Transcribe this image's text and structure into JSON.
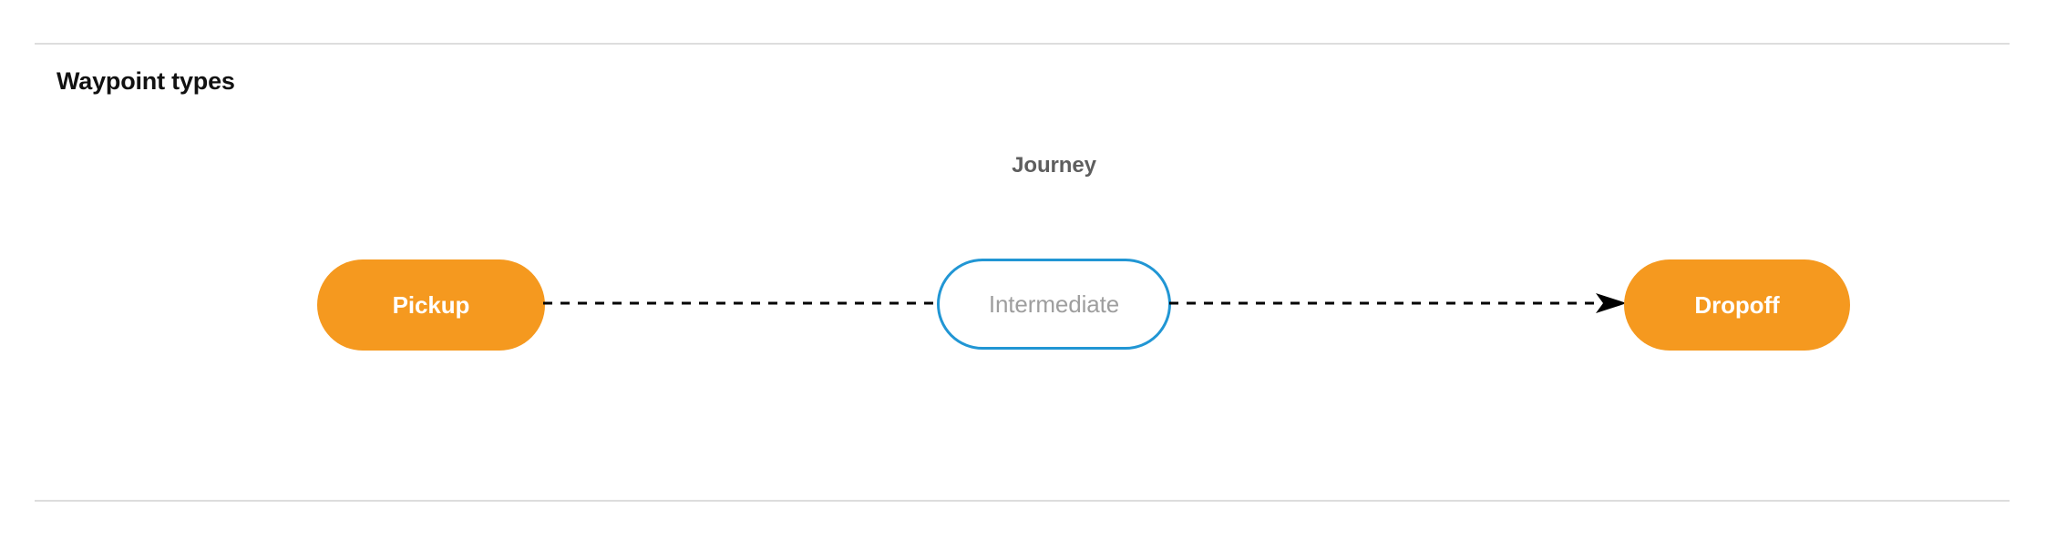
{
  "section": {
    "title": "Waypoint types"
  },
  "diagram": {
    "group_label": "Journey",
    "nodes": [
      {
        "id": "pickup",
        "label": "Pickup",
        "style": "filled",
        "color": "#F5991F",
        "text_color": "#ffffff"
      },
      {
        "id": "intermediate",
        "label": "Intermediate",
        "style": "outlined",
        "color": "#2196D4",
        "text_color": "#9e9e9e"
      },
      {
        "id": "dropoff",
        "label": "Dropoff",
        "style": "filled",
        "color": "#F5991F",
        "text_color": "#ffffff"
      }
    ],
    "edges": [
      {
        "from": "pickup",
        "to": "intermediate",
        "line": "dashed",
        "arrowhead": false,
        "color": "#000000"
      },
      {
        "from": "intermediate",
        "to": "dropoff",
        "line": "dashed",
        "arrowhead": true,
        "color": "#000000"
      }
    ]
  },
  "colors": {
    "divider": "#dddddd",
    "background": "#ffffff",
    "accent_orange": "#F5991F",
    "accent_blue": "#2196D4",
    "label_gray": "#5e5e5e"
  }
}
